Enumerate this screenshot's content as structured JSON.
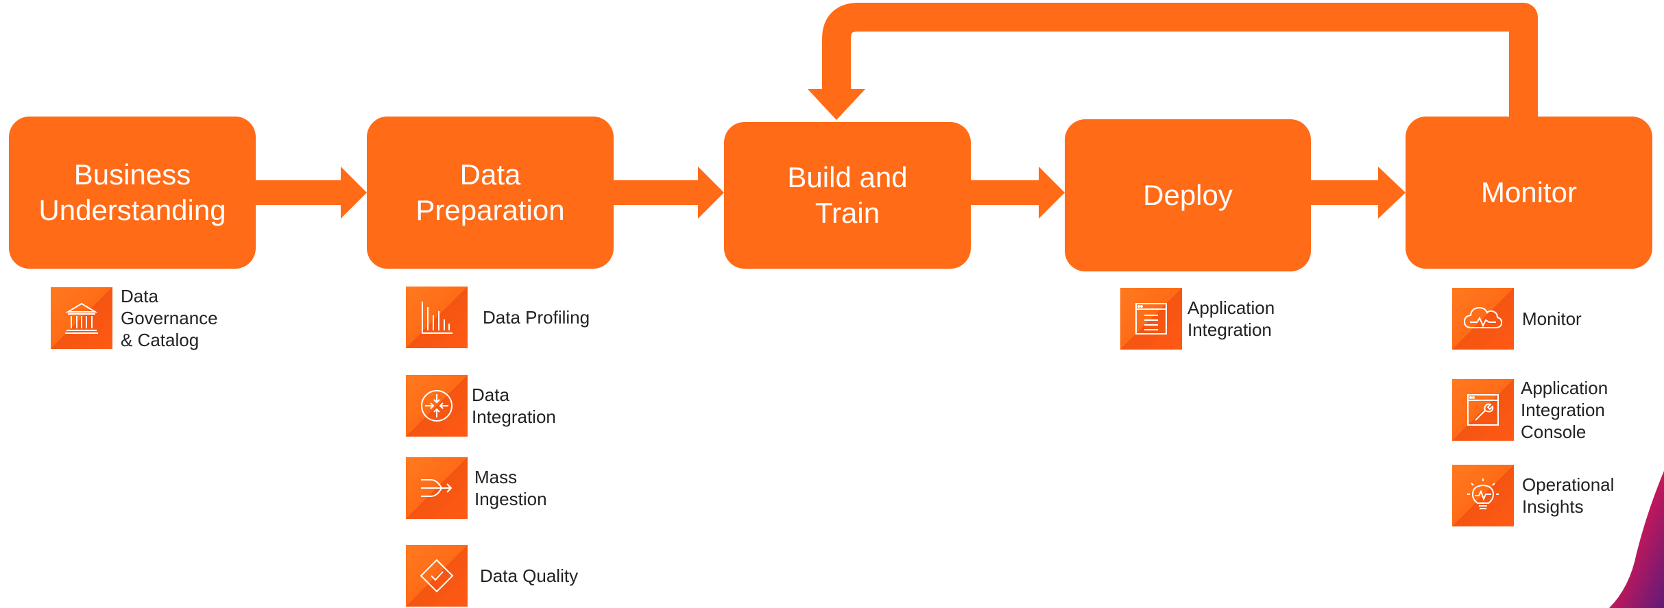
{
  "colors": {
    "stage": "#FF6B17",
    "arrow": "#FF6B17",
    "tile": "#FF6B17",
    "label": "#222222"
  },
  "stages": [
    {
      "label": "Business\nUnderstanding"
    },
    {
      "label": "Data\nPreparation"
    },
    {
      "label": "Build and\nTrain"
    },
    {
      "label": "Deploy"
    },
    {
      "label": "Monitor"
    }
  ],
  "items": {
    "business": [
      {
        "label": "Data\nGovernance\n& Catalog",
        "icon": "bank-icon"
      }
    ],
    "preparation": [
      {
        "label": "Data Profiling",
        "icon": "bar-chart-icon"
      },
      {
        "label": "Data\nIntegration",
        "icon": "converge-arrows-icon"
      },
      {
        "label": "Mass\nIngestion",
        "icon": "merge-arrows-icon"
      },
      {
        "label": "Data Quality",
        "icon": "diamond-check-icon"
      }
    ],
    "deploy": [
      {
        "label": "Application\nIntegration",
        "icon": "browser-window-icon"
      }
    ],
    "monitor": [
      {
        "label": "Monitor",
        "icon": "cloud-pulse-icon"
      },
      {
        "label": "Application\nIntegration\nConsole",
        "icon": "window-wrench-icon"
      },
      {
        "label": "Operational\nInsights",
        "icon": "lightbulb-pulse-icon"
      }
    ]
  }
}
